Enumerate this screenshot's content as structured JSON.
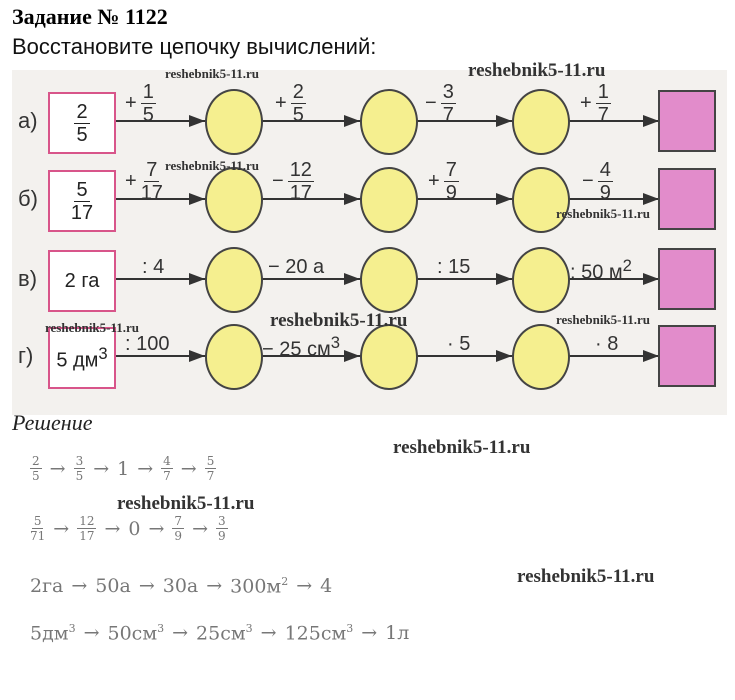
{
  "title": "Задание № 1122",
  "subtitle": "Восстановите цепочку вычислений:",
  "rows": [
    {
      "label": "а)",
      "start": {
        "num": "2",
        "den": "5"
      },
      "ops": [
        {
          "sign": "+",
          "num": "1",
          "den": "5"
        },
        {
          "sign": "+",
          "num": "2",
          "den": "5"
        },
        {
          "sign": "−",
          "num": "3",
          "den": "7"
        },
        {
          "sign": "+",
          "num": "1",
          "den": "7"
        }
      ]
    },
    {
      "label": "б)",
      "start": {
        "num": "5",
        "den": "17"
      },
      "ops": [
        {
          "sign": "+",
          "num": "7",
          "den": "17"
        },
        {
          "sign": "−",
          "num": "12",
          "den": "17"
        },
        {
          "sign": "+",
          "num": "7",
          "den": "9"
        },
        {
          "sign": "−",
          "num": "4",
          "den": "9"
        }
      ]
    },
    {
      "label": "в)",
      "start": {
        "text": "2 га"
      },
      "ops": [
        {
          "text": ": 4"
        },
        {
          "text": "− 20 а"
        },
        {
          "text": ": 15"
        },
        {
          "text": ": 50 м",
          "sup": "2"
        }
      ]
    },
    {
      "label": "г)",
      "start": {
        "text": "5 дм",
        "sup": "3"
      },
      "ops": [
        {
          "text": ": 100"
        },
        {
          "text": "− 25 см",
          "sup": "3"
        },
        {
          "text": "· 5"
        },
        {
          "text": "· 8"
        }
      ]
    }
  ],
  "solution_heading": "Решение",
  "solution": [
    [
      {
        "num": "2",
        "den": "5"
      },
      {
        "num": "3",
        "den": "5"
      },
      {
        "text": "1"
      },
      {
        "num": "4",
        "den": "7"
      },
      {
        "num": "5",
        "den": "7"
      }
    ],
    [
      {
        "num": "5",
        "den": "71"
      },
      {
        "num": "12",
        "den": "17"
      },
      {
        "text": "0"
      },
      {
        "num": "7",
        "den": "9"
      },
      {
        "num": "3",
        "den": "9"
      }
    ],
    [
      {
        "text": "2га"
      },
      {
        "text": "50а"
      },
      {
        "text": "30а"
      },
      {
        "text": "300м",
        "sup": "2"
      },
      {
        "text": "4"
      }
    ],
    [
      {
        "text": "5дм",
        "sup": "3"
      },
      {
        "text": "50см",
        "sup": "3"
      },
      {
        "text": "25см",
        "sup": "3"
      },
      {
        "text": "125см",
        "sup": "3"
      },
      {
        "text": "1л"
      }
    ]
  ],
  "arrow_symbol": "→",
  "watermark": "reshebnik5-11.ru"
}
